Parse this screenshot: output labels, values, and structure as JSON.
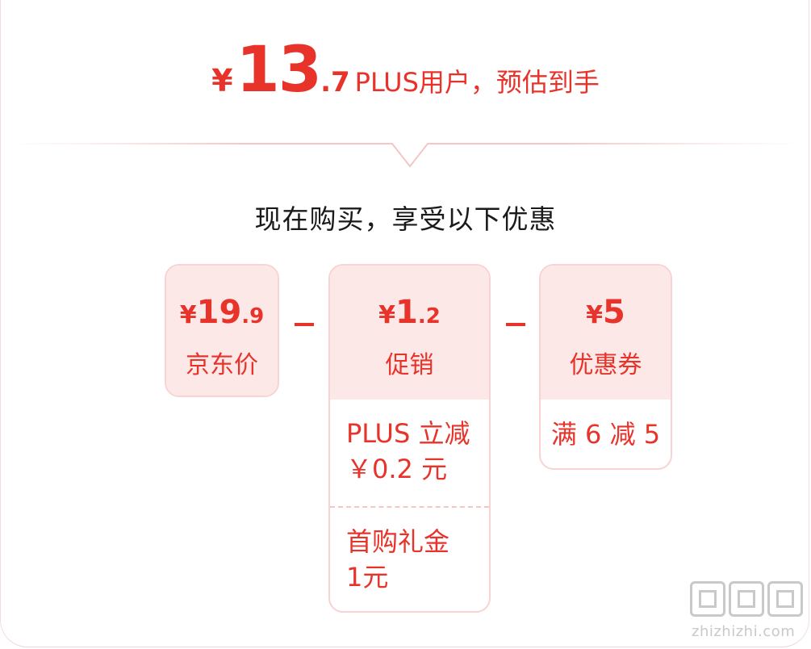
{
  "header": {
    "currency": "¥",
    "price_int": "13",
    "price_dec": ".7",
    "price_text": "PLUS用户，预估到手"
  },
  "subtitle": "现在购买，享受以下优惠",
  "cards": [
    {
      "currency": "¥",
      "int": "19",
      "dec": ".9",
      "label": "京东价"
    },
    {
      "currency": "¥",
      "int": "1",
      "dec": ".2",
      "label": "促销",
      "details": [
        "PLUS 立减",
        "￥0.2 元",
        "首购礼金",
        "1元"
      ]
    },
    {
      "currency": "¥",
      "int": "5",
      "dec": "",
      "label": "优惠券",
      "details": [
        "满 6 减 5"
      ]
    }
  ],
  "watermark": {
    "text": "zhizhizhi.com"
  },
  "colors": {
    "accent": "#e8332b",
    "card_bg": "#fde8e8",
    "card_border": "#f8d3d3"
  }
}
